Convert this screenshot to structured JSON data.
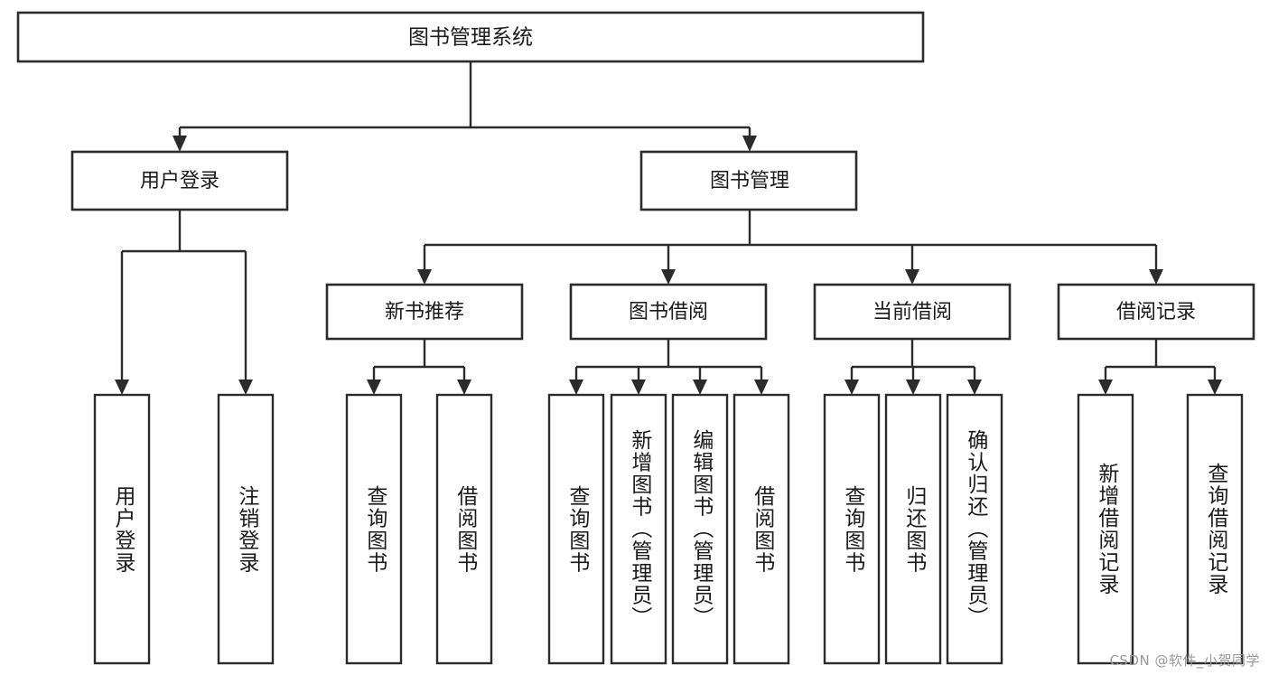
{
  "diagram": {
    "type": "tree-hierarchy",
    "title": "图书管理系统",
    "root": {
      "id": "root",
      "label": "图书管理系统",
      "orientation": "horizontal"
    },
    "level2": [
      {
        "id": "user-login",
        "label": "用户登录",
        "orientation": "horizontal"
      },
      {
        "id": "book-manage",
        "label": "图书管理",
        "orientation": "horizontal"
      }
    ],
    "level3": [
      {
        "id": "new-book-recommend",
        "label": "新书推荐",
        "orientation": "horizontal",
        "parent": "book-manage"
      },
      {
        "id": "book-borrow",
        "label": "图书借阅",
        "orientation": "horizontal",
        "parent": "book-manage"
      },
      {
        "id": "current-borrow",
        "label": "当前借阅",
        "orientation": "horizontal",
        "parent": "book-manage"
      },
      {
        "id": "borrow-record",
        "label": "借阅记录",
        "orientation": "horizontal",
        "parent": "book-manage"
      }
    ],
    "leaves": [
      {
        "id": "leaf-user-login",
        "label": "用户登录",
        "parent": "user-login",
        "orientation": "vertical"
      },
      {
        "id": "leaf-user-logout",
        "label": "注销登录",
        "parent": "user-login",
        "orientation": "vertical"
      },
      {
        "id": "leaf-query-book-1",
        "label": "查询图书",
        "parent": "new-book-recommend",
        "orientation": "vertical"
      },
      {
        "id": "leaf-borrow-book-1",
        "label": "借阅图书",
        "parent": "new-book-recommend",
        "orientation": "vertical"
      },
      {
        "id": "leaf-query-book-2",
        "label": "查询图书",
        "parent": "book-borrow",
        "orientation": "vertical"
      },
      {
        "id": "leaf-add-book",
        "label": "新增图书（管理员）",
        "parent": "book-borrow",
        "orientation": "vertical"
      },
      {
        "id": "leaf-edit-book",
        "label": "编辑图书（管理员）",
        "parent": "book-borrow",
        "orientation": "vertical"
      },
      {
        "id": "leaf-borrow-book-2",
        "label": "借阅图书",
        "parent": "book-borrow",
        "orientation": "vertical"
      },
      {
        "id": "leaf-query-book-3",
        "label": "查询图书",
        "parent": "current-borrow",
        "orientation": "vertical"
      },
      {
        "id": "leaf-return-book",
        "label": "归还图书",
        "parent": "current-borrow",
        "orientation": "vertical"
      },
      {
        "id": "leaf-confirm-return",
        "label": "确认归还（管理员）",
        "parent": "current-borrow",
        "orientation": "vertical"
      },
      {
        "id": "leaf-add-record",
        "label": "新增借阅记录",
        "parent": "borrow-record",
        "orientation": "vertical"
      },
      {
        "id": "leaf-query-record",
        "label": "查询借阅记录",
        "parent": "borrow-record",
        "orientation": "vertical"
      }
    ],
    "colors": {
      "stroke": "#2b2b2b",
      "fill": "#ffffff",
      "text": "#1a1a1a",
      "watermark": "#9a9a9a"
    }
  },
  "watermark": {
    "text": "CSDN @软件_小贺同学"
  }
}
